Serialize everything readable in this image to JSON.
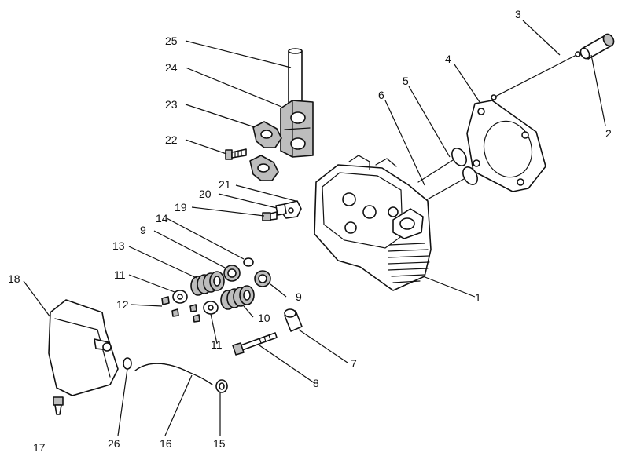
{
  "diagram": {
    "callouts": [
      {
        "id": "p25",
        "label": "25"
      },
      {
        "id": "p24",
        "label": "24"
      },
      {
        "id": "p23",
        "label": "23"
      },
      {
        "id": "p22",
        "label": "22"
      },
      {
        "id": "p21",
        "label": "21"
      },
      {
        "id": "p20",
        "label": "20"
      },
      {
        "id": "p19",
        "label": "19"
      },
      {
        "id": "p14",
        "label": "14"
      },
      {
        "id": "p9a",
        "label": "9"
      },
      {
        "id": "p13",
        "label": "13"
      },
      {
        "id": "p11a",
        "label": "11"
      },
      {
        "id": "p12",
        "label": "12"
      },
      {
        "id": "p18",
        "label": "18"
      },
      {
        "id": "p9b",
        "label": "9"
      },
      {
        "id": "p10",
        "label": "10"
      },
      {
        "id": "p11b",
        "label": "11"
      },
      {
        "id": "p3",
        "label": "3"
      },
      {
        "id": "p4",
        "label": "4"
      },
      {
        "id": "p5",
        "label": "5"
      },
      {
        "id": "p6",
        "label": "6"
      },
      {
        "id": "p2",
        "label": "2"
      },
      {
        "id": "p1",
        "label": "1"
      },
      {
        "id": "p7",
        "label": "7"
      },
      {
        "id": "p8",
        "label": "8"
      },
      {
        "id": "p17",
        "label": "17"
      },
      {
        "id": "p26",
        "label": "26"
      },
      {
        "id": "p16",
        "label": "16"
      },
      {
        "id": "p15",
        "label": "15"
      }
    ]
  }
}
